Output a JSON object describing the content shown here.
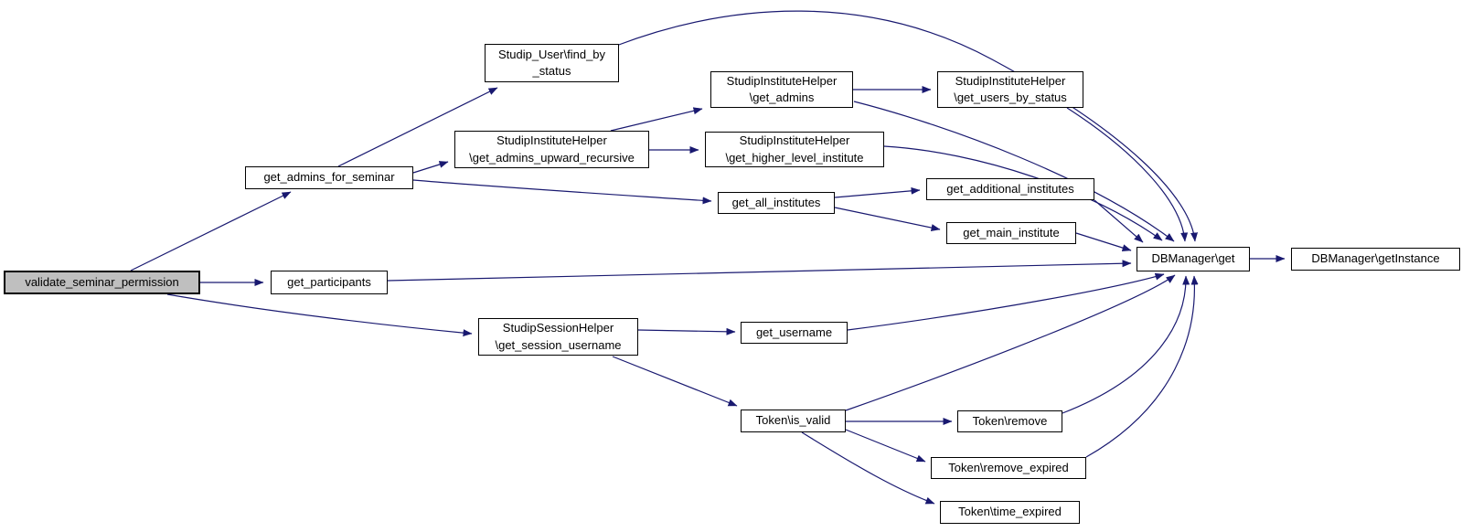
{
  "graph": {
    "type": "call-graph",
    "colors": {
      "background": "#ffffff",
      "edge": "#191970",
      "node_border": "#000000",
      "node_fill": "#ffffff",
      "root_node_fill": "#bfbfbf"
    },
    "nodes": [
      {
        "id": "validate_seminar_permission",
        "label": "validate_seminar_permission",
        "highlighted": true
      },
      {
        "id": "get_admins_for_seminar",
        "label": "get_admins_for_seminar"
      },
      {
        "id": "studip_user_find_by_status",
        "label": "Studip_User\\find_by\n_status"
      },
      {
        "id": "get_admins_upward_recursive",
        "label": "StudipInstituteHelper\n\\get_admins_upward_recursive"
      },
      {
        "id": "get_admins",
        "label": "StudipInstituteHelper\n\\get_admins"
      },
      {
        "id": "get_users_by_status",
        "label": "StudipInstituteHelper\n\\get_users_by_status"
      },
      {
        "id": "get_higher_level_institute",
        "label": "StudipInstituteHelper\n\\get_higher_level_institute"
      },
      {
        "id": "get_all_institutes",
        "label": "get_all_institutes"
      },
      {
        "id": "get_additional_institutes",
        "label": "get_additional_institutes"
      },
      {
        "id": "get_main_institute",
        "label": "get_main_institute"
      },
      {
        "id": "get_participants",
        "label": "get_participants"
      },
      {
        "id": "get_session_username",
        "label": "StudipSessionHelper\n\\get_session_username"
      },
      {
        "id": "get_username",
        "label": "get_username"
      },
      {
        "id": "token_is_valid",
        "label": "Token\\is_valid"
      },
      {
        "id": "token_remove",
        "label": "Token\\remove"
      },
      {
        "id": "token_remove_expired",
        "label": "Token\\remove_expired"
      },
      {
        "id": "token_time_expired",
        "label": "Token\\time_expired"
      },
      {
        "id": "dbmanager_get",
        "label": "DBManager\\get"
      },
      {
        "id": "dbmanager_getinstance",
        "label": "DBManager\\getInstance"
      }
    ],
    "edges": [
      {
        "from": "validate_seminar_permission",
        "to": "get_admins_for_seminar"
      },
      {
        "from": "validate_seminar_permission",
        "to": "get_participants"
      },
      {
        "from": "validate_seminar_permission",
        "to": "get_session_username"
      },
      {
        "from": "get_admins_for_seminar",
        "to": "studip_user_find_by_status"
      },
      {
        "from": "get_admins_for_seminar",
        "to": "get_admins_upward_recursive"
      },
      {
        "from": "get_admins_for_seminar",
        "to": "get_all_institutes"
      },
      {
        "from": "get_admins_upward_recursive",
        "to": "get_admins"
      },
      {
        "from": "get_admins_upward_recursive",
        "to": "get_higher_level_institute"
      },
      {
        "from": "get_admins",
        "to": "get_users_by_status"
      },
      {
        "from": "get_all_institutes",
        "to": "get_additional_institutes"
      },
      {
        "from": "get_all_institutes",
        "to": "get_main_institute"
      },
      {
        "from": "studip_user_find_by_status",
        "to": "dbmanager_get"
      },
      {
        "from": "get_users_by_status",
        "to": "dbmanager_get"
      },
      {
        "from": "get_admins",
        "to": "dbmanager_get"
      },
      {
        "from": "get_higher_level_institute",
        "to": "dbmanager_get"
      },
      {
        "from": "get_additional_institutes",
        "to": "dbmanager_get"
      },
      {
        "from": "get_main_institute",
        "to": "dbmanager_get"
      },
      {
        "from": "get_participants",
        "to": "dbmanager_get"
      },
      {
        "from": "get_session_username",
        "to": "get_username"
      },
      {
        "from": "get_session_username",
        "to": "token_is_valid"
      },
      {
        "from": "get_username",
        "to": "dbmanager_get"
      },
      {
        "from": "token_is_valid",
        "to": "dbmanager_get"
      },
      {
        "from": "token_is_valid",
        "to": "token_remove"
      },
      {
        "from": "token_is_valid",
        "to": "token_remove_expired"
      },
      {
        "from": "token_is_valid",
        "to": "token_time_expired"
      },
      {
        "from": "token_remove",
        "to": "dbmanager_get"
      },
      {
        "from": "token_remove_expired",
        "to": "dbmanager_get"
      },
      {
        "from": "dbmanager_get",
        "to": "dbmanager_getinstance"
      }
    ]
  }
}
